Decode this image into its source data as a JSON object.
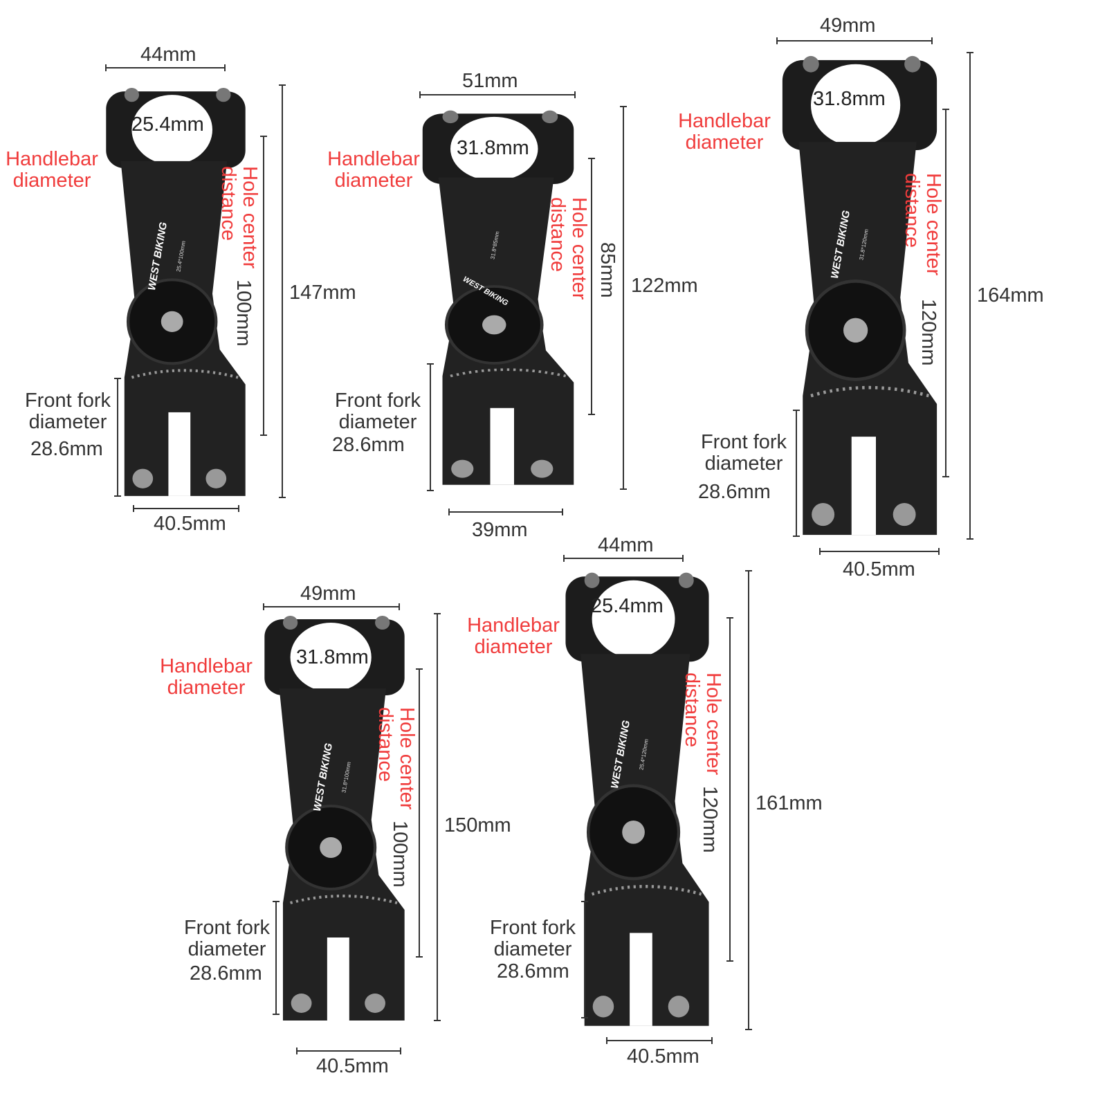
{
  "stems": [
    {
      "top_width": "44mm",
      "handlebar_value": "25.4mm",
      "handlebar_label": "Handlebar diameter",
      "hole_label": "Hole center distance",
      "hole_value": "100mm",
      "total_length": "147mm",
      "fork_label": "Front fork diameter",
      "fork_value": "28.6mm",
      "bottom_width": "40.5mm",
      "brand": "WEST BIKING",
      "size_mark": "25.4*100mm"
    },
    {
      "top_width": "51mm",
      "handlebar_value": "31.8mm",
      "handlebar_label": "Handlebar diameter",
      "hole_label": "Hole center distance",
      "hole_value": "85mm",
      "total_length": "122mm",
      "fork_label": "Front fork diameter",
      "fork_value": "28.6mm",
      "bottom_width": "39mm",
      "brand": "WEST BIKING",
      "size_mark": "31.8*85mm"
    },
    {
      "top_width": "49mm",
      "handlebar_value": "31.8mm",
      "handlebar_label": "Handlebar diameter",
      "hole_label": "Hole center distance",
      "hole_value": "120mm",
      "total_length": "164mm",
      "fork_label": "Front fork diameter",
      "fork_value": "28.6mm",
      "bottom_width": "40.5mm",
      "brand": "WEST BIKING",
      "size_mark": "31.8*120mm"
    },
    {
      "top_width": "49mm",
      "handlebar_value": "31.8mm",
      "handlebar_label": "Handlebar diameter",
      "hole_label": "Hole center distance",
      "hole_value": "100mm",
      "total_length": "150mm",
      "fork_label": "Front fork diameter",
      "fork_value": "28.6mm",
      "bottom_width": "40.5mm",
      "brand": "WEST BIKING",
      "size_mark": "31.8*100mm"
    },
    {
      "top_width": "44mm",
      "handlebar_value": "25.4mm",
      "handlebar_label": "Handlebar diameter",
      "hole_label": "Hole center distance",
      "hole_value": "120mm",
      "total_length": "161mm",
      "fork_label": "Front fork diameter",
      "fork_value": "28.6mm",
      "bottom_width": "40.5mm",
      "brand": "WEST BIKING",
      "size_mark": "25.4*120mm"
    }
  ]
}
